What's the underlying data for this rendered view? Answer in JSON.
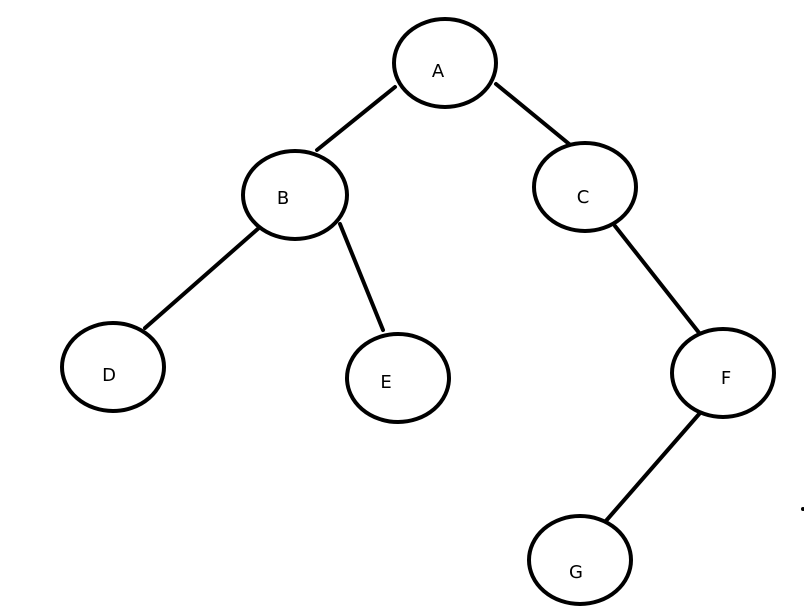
{
  "tree": {
    "nodes": [
      {
        "id": "A",
        "label": "A"
      },
      {
        "id": "B",
        "label": "B"
      },
      {
        "id": "C",
        "label": "C"
      },
      {
        "id": "D",
        "label": "D"
      },
      {
        "id": "E",
        "label": "E"
      },
      {
        "id": "F",
        "label": "F"
      },
      {
        "id": "G",
        "label": "G"
      }
    ],
    "edges": [
      {
        "from": "A",
        "to": "B"
      },
      {
        "from": "A",
        "to": "C"
      },
      {
        "from": "B",
        "to": "D"
      },
      {
        "from": "B",
        "to": "E"
      },
      {
        "from": "C",
        "to": "F"
      },
      {
        "from": "F",
        "to": "G"
      }
    ]
  }
}
